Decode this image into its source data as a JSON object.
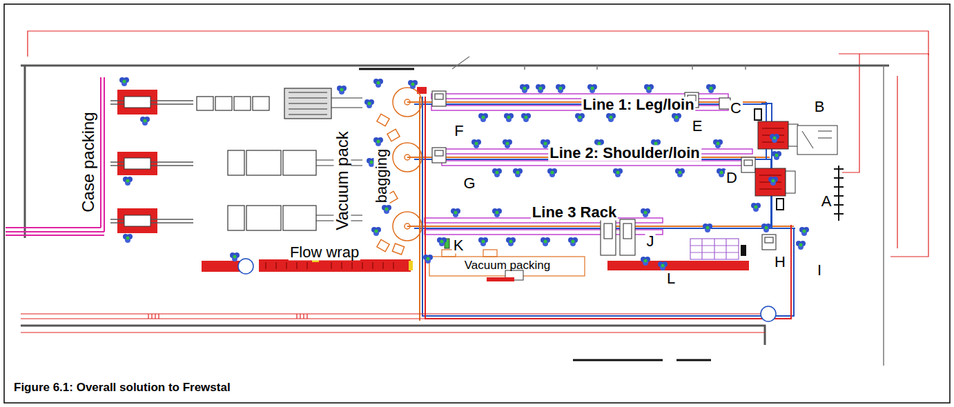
{
  "diagram": {
    "caption": "Figure 6.1: Overall solution to Frewstal",
    "labels": [
      "Case packing",
      "Vacuum pack",
      "bagging",
      "Line 1: Leg/loin",
      "F",
      "E",
      "C",
      "B",
      "Line 2: Shoulder/loin",
      "D",
      "A",
      "G",
      "Line 3 Rack",
      "K",
      "J",
      "L",
      "H",
      "I",
      "Flow wrap",
      "Vacuum packing"
    ]
  }
}
